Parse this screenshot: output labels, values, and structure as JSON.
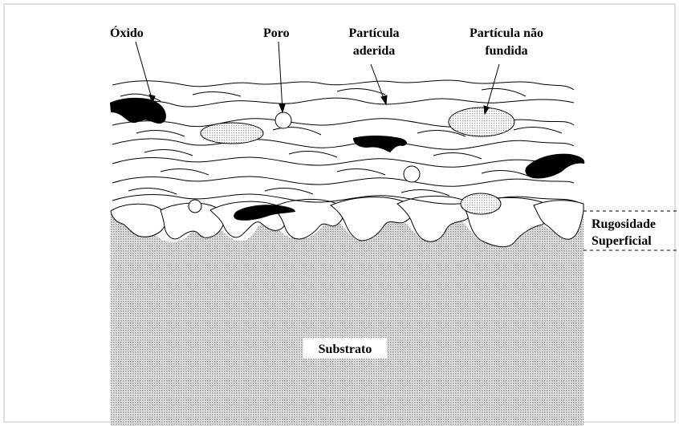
{
  "labels": {
    "oxide": "Óxido",
    "pore": "Poro",
    "adhered_particle_line1": "Partícula",
    "adhered_particle_line2": "aderida",
    "unmelted_particle_line1": "Partícula não",
    "unmelted_particle_line2": "fundida",
    "roughness_line1": "Rugosidade",
    "roughness_line2": "Superficial",
    "substrate": "Substrato"
  },
  "colors": {
    "ink": "#000000",
    "substrate_dot": "#9a9a9a",
    "particle_fill": "#d4d4d4",
    "frame": "#bdbdbd"
  }
}
